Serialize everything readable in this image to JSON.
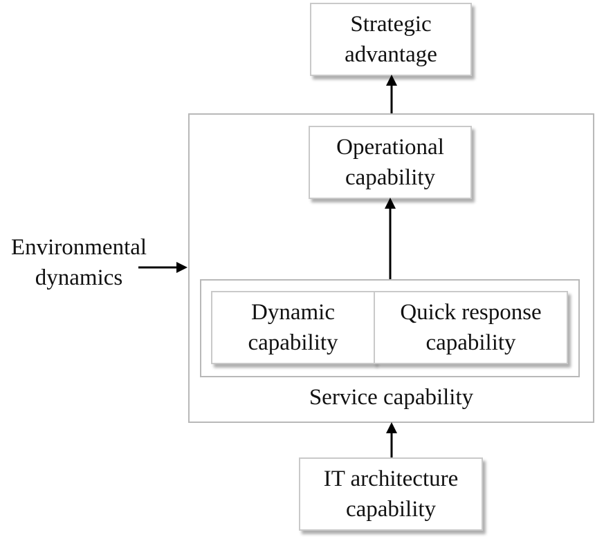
{
  "diagram": {
    "strategic_advantage": {
      "line1": "Strategic",
      "line2": "advantage"
    },
    "operational_capability": {
      "line1": "Operational",
      "line2": "capability"
    },
    "dynamic_capability": {
      "line1": "Dynamic",
      "line2": "capability"
    },
    "quick_response_capability": {
      "line1": "Quick response",
      "line2": "capability"
    },
    "service_capability": {
      "label": "Service capability"
    },
    "environmental_dynamics": {
      "line1": "Environmental",
      "line2": "dynamics"
    },
    "it_architecture_capability": {
      "line1": "IT architecture",
      "line2": "capability"
    }
  }
}
